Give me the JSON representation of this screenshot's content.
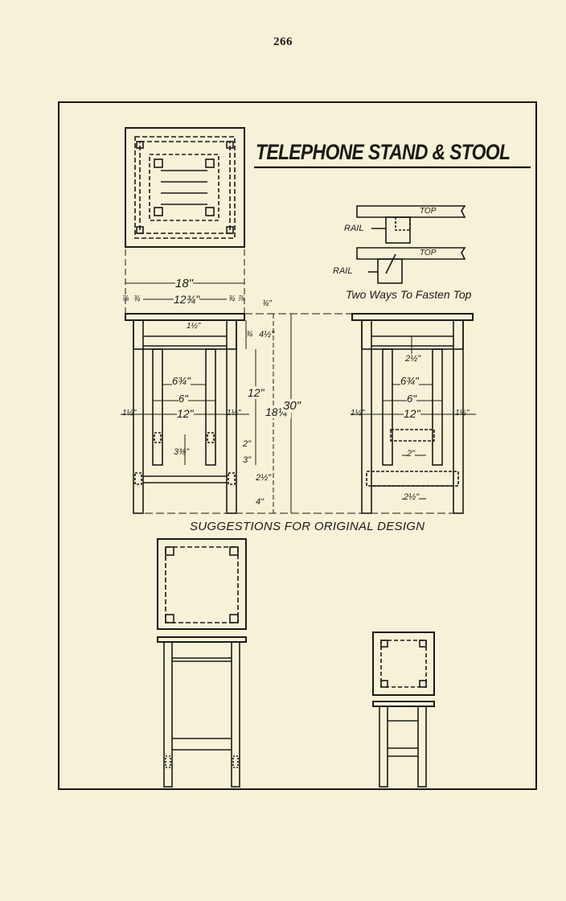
{
  "page_number": "266",
  "title": "TELEPHONE STAND & STOOL",
  "joint_detail": {
    "top_label": "TOP",
    "rail_label": "RAIL",
    "caption": "Two Ways To Fasten Top"
  },
  "footer_caption": "SUGGESTIONS FOR ORIGINAL DESIGN",
  "front_dims": {
    "top_width": "18\"",
    "inner_width": "12¾\"",
    "overhang": "⅞",
    "leg_thk": "¾",
    "top_thk": "¾\"",
    "apron": "¾",
    "top_gap": "1½\"",
    "rail_top": "4½\"",
    "shelf_span": "6¾\"",
    "leg_to_leg": "6\"",
    "outer_span": "12\"",
    "leg_w": "1½\"",
    "drop": "3⅜\"",
    "spacing": "3\"",
    "slat": "2\"",
    "lower": "2½\"",
    "foot": "4\"",
    "mid_height": "12\"",
    "shelf_height": "18¼\"",
    "total_height": "30\""
  },
  "side_dims": {
    "top_gap": "2½\"",
    "shelf_span": "6¾\"",
    "leg_to_leg": "6\"",
    "outer_span": "12\"",
    "leg_w": "1½\"",
    "slat": "2\"",
    "lower": "2½\""
  }
}
